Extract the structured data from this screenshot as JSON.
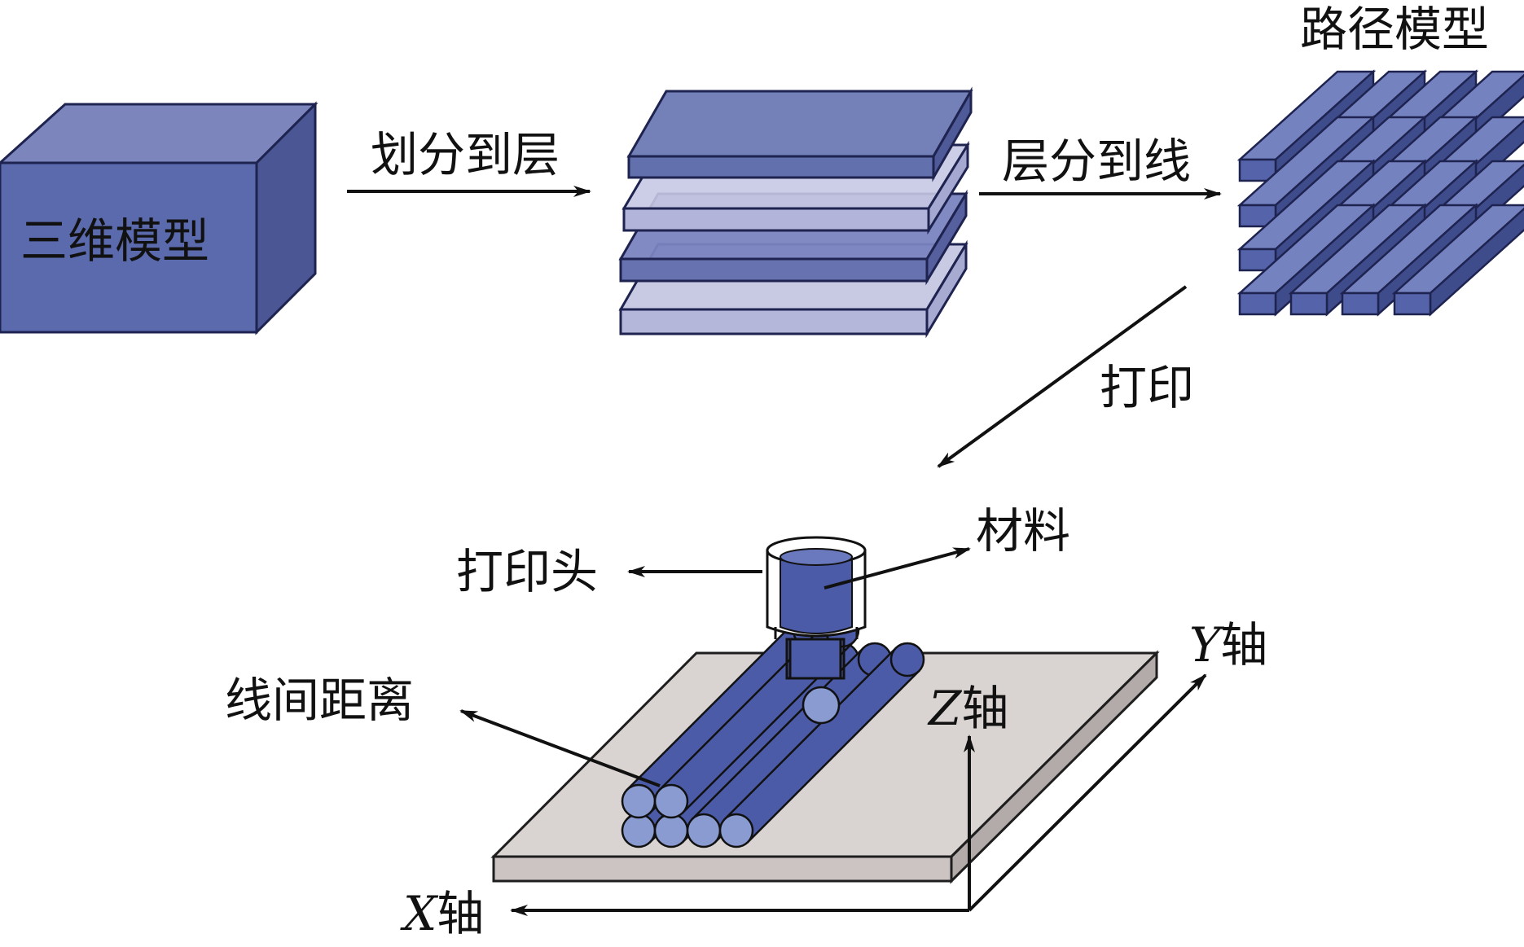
{
  "labels": {
    "model_3d": "三维模型",
    "split_to_layers": "划分到层",
    "layers_to_lines": "层分到线",
    "path_model": "路径模型",
    "print": "打印",
    "material": "材料",
    "print_head": "打印头",
    "line_spacing": "线间距离"
  },
  "axes": {
    "x": {
      "letter": "X",
      "suffix": "轴"
    },
    "y": {
      "letter": "Y",
      "suffix": "轴"
    },
    "z": {
      "letter": "Z",
      "suffix": "轴"
    }
  },
  "colors": {
    "block_front": "#5a6aad",
    "block_top": "#7c86bc",
    "block_side": "#4a5794",
    "layer_dark": "#6d78b6",
    "layer_light": "#c2c4e0",
    "rod": "#4b5ba8",
    "rod_end": "#8a9bd1",
    "plate_top": "#d8d2d0",
    "plate_side": "#b8b0ae",
    "arrow": "#111111"
  }
}
